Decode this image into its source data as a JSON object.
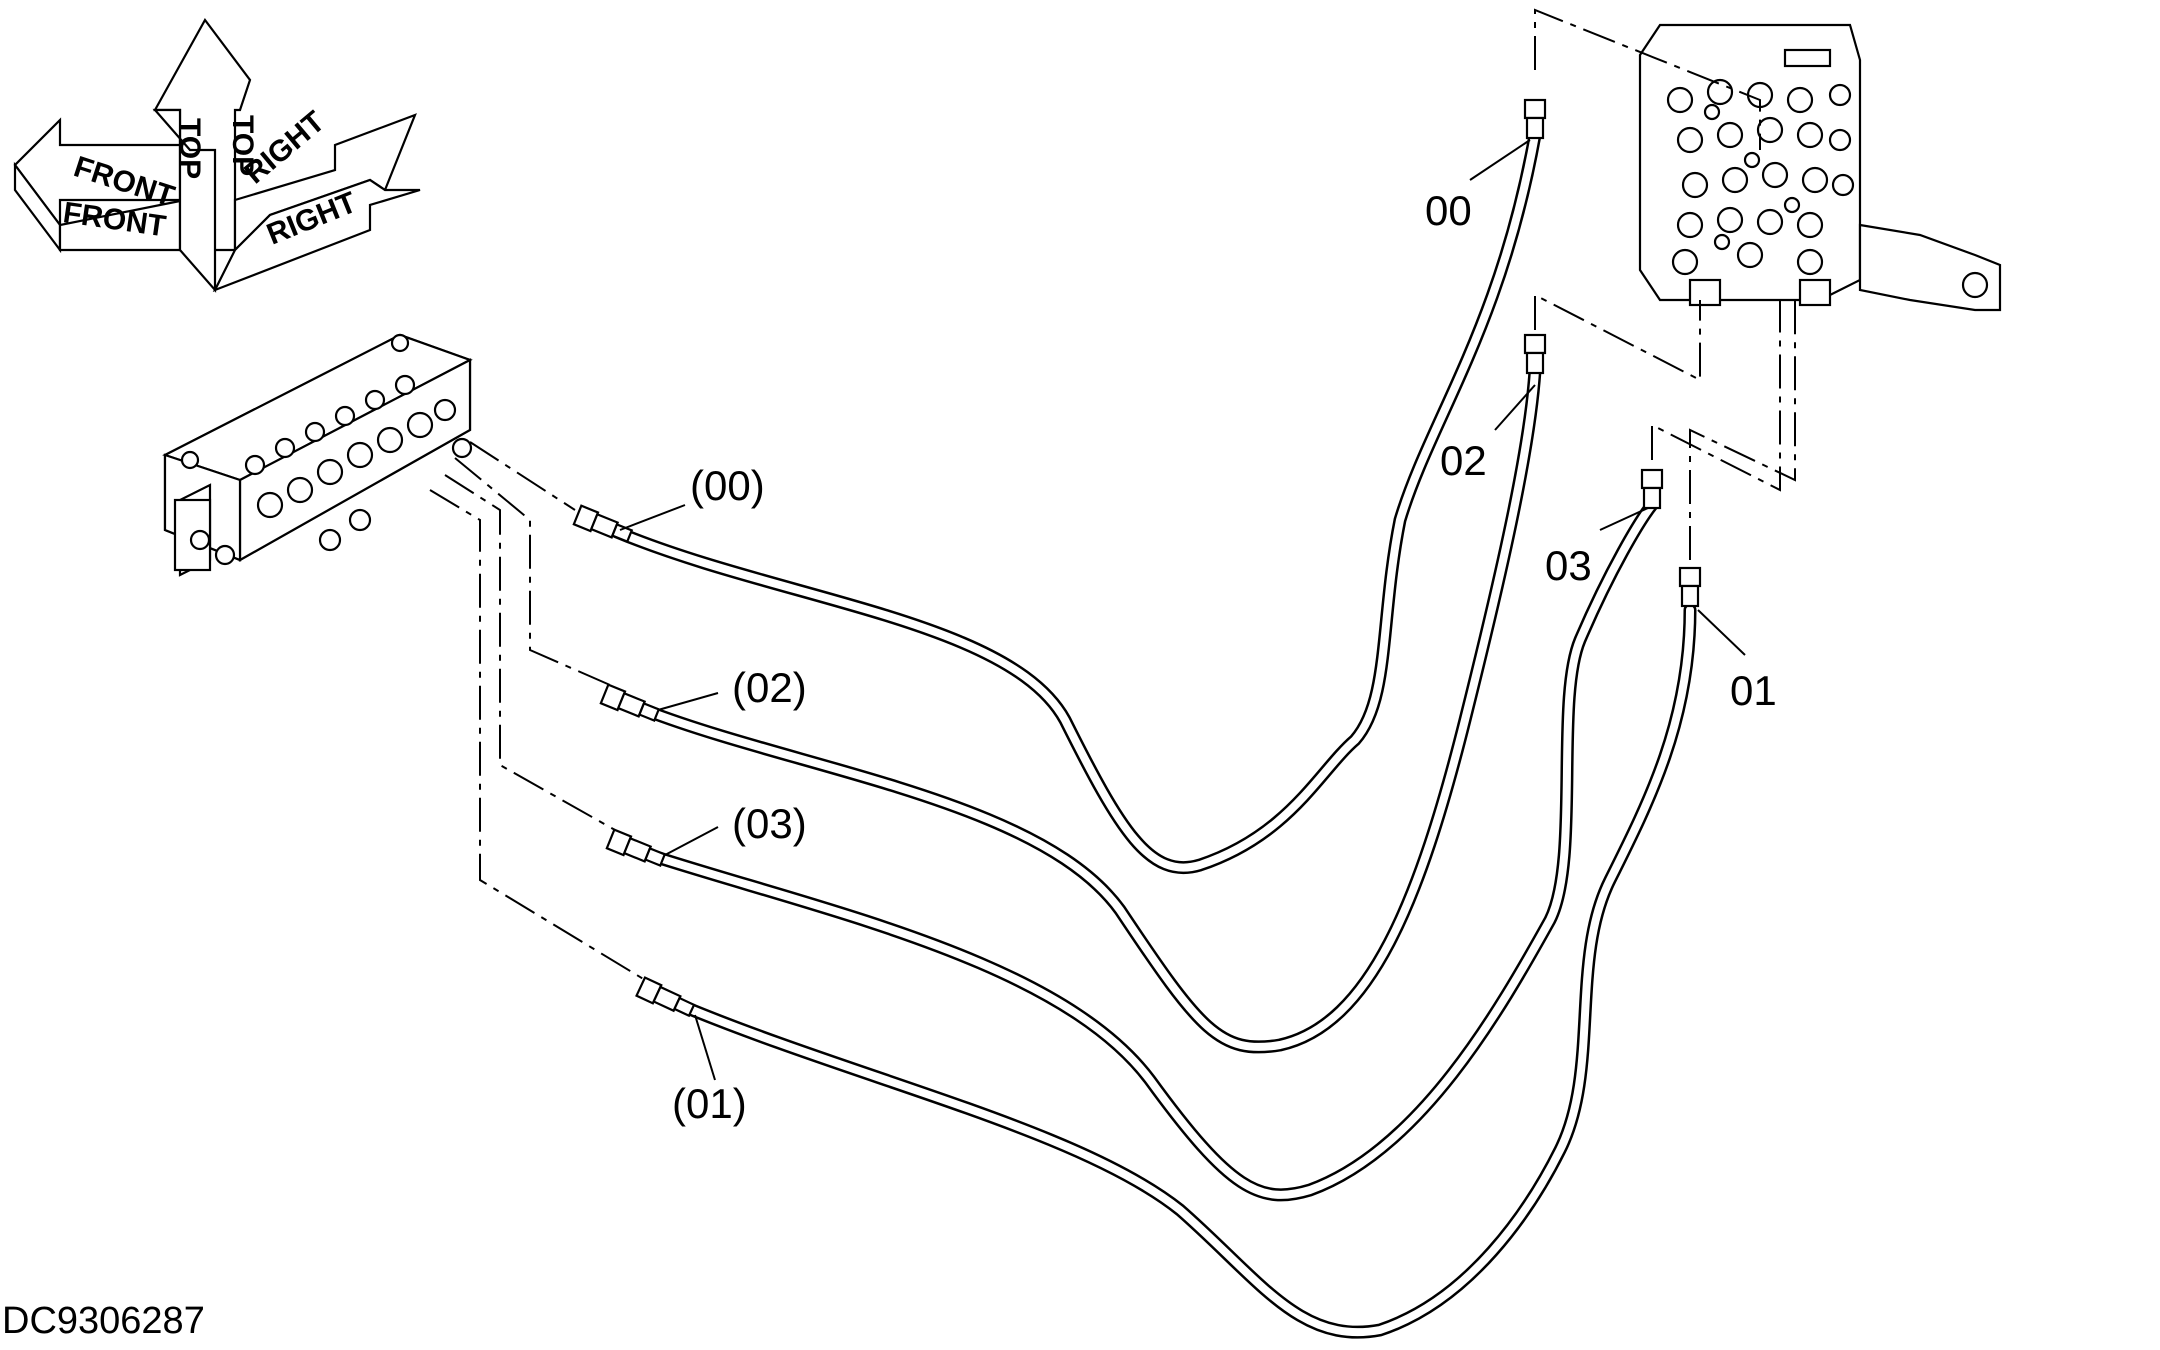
{
  "hose_labels": {
    "up_00": "00",
    "up_02": "02",
    "up_03": "03",
    "up_01": "01",
    "lo_00": "(00)",
    "lo_02": "(02)",
    "lo_03": "(03)",
    "lo_01": "(01)"
  },
  "orientation": {
    "top": "TOP",
    "front": "FRONT",
    "right": "RIGHT"
  },
  "document_id": "DC9306287"
}
